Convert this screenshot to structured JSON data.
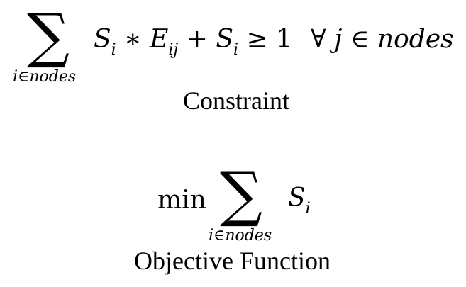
{
  "constraint": {
    "sum_symbol": "∑",
    "sum_index": "i∈nodes",
    "S1": "S",
    "S1_sub": "i",
    "times": "∗",
    "E": "E",
    "E_sub": "ij",
    "plus": "+",
    "S2": "S",
    "S2_sub": "i",
    "geq": "≥",
    "one": "1",
    "forall": "∀",
    "j": "j",
    "in": "∈",
    "nodes": "nodes",
    "caption": "Constraint"
  },
  "objective": {
    "min": "min",
    "sum_symbol": "∑",
    "sum_index": "i∈nodes",
    "S": "S",
    "S_sub": "i",
    "caption": "Objective Function"
  }
}
